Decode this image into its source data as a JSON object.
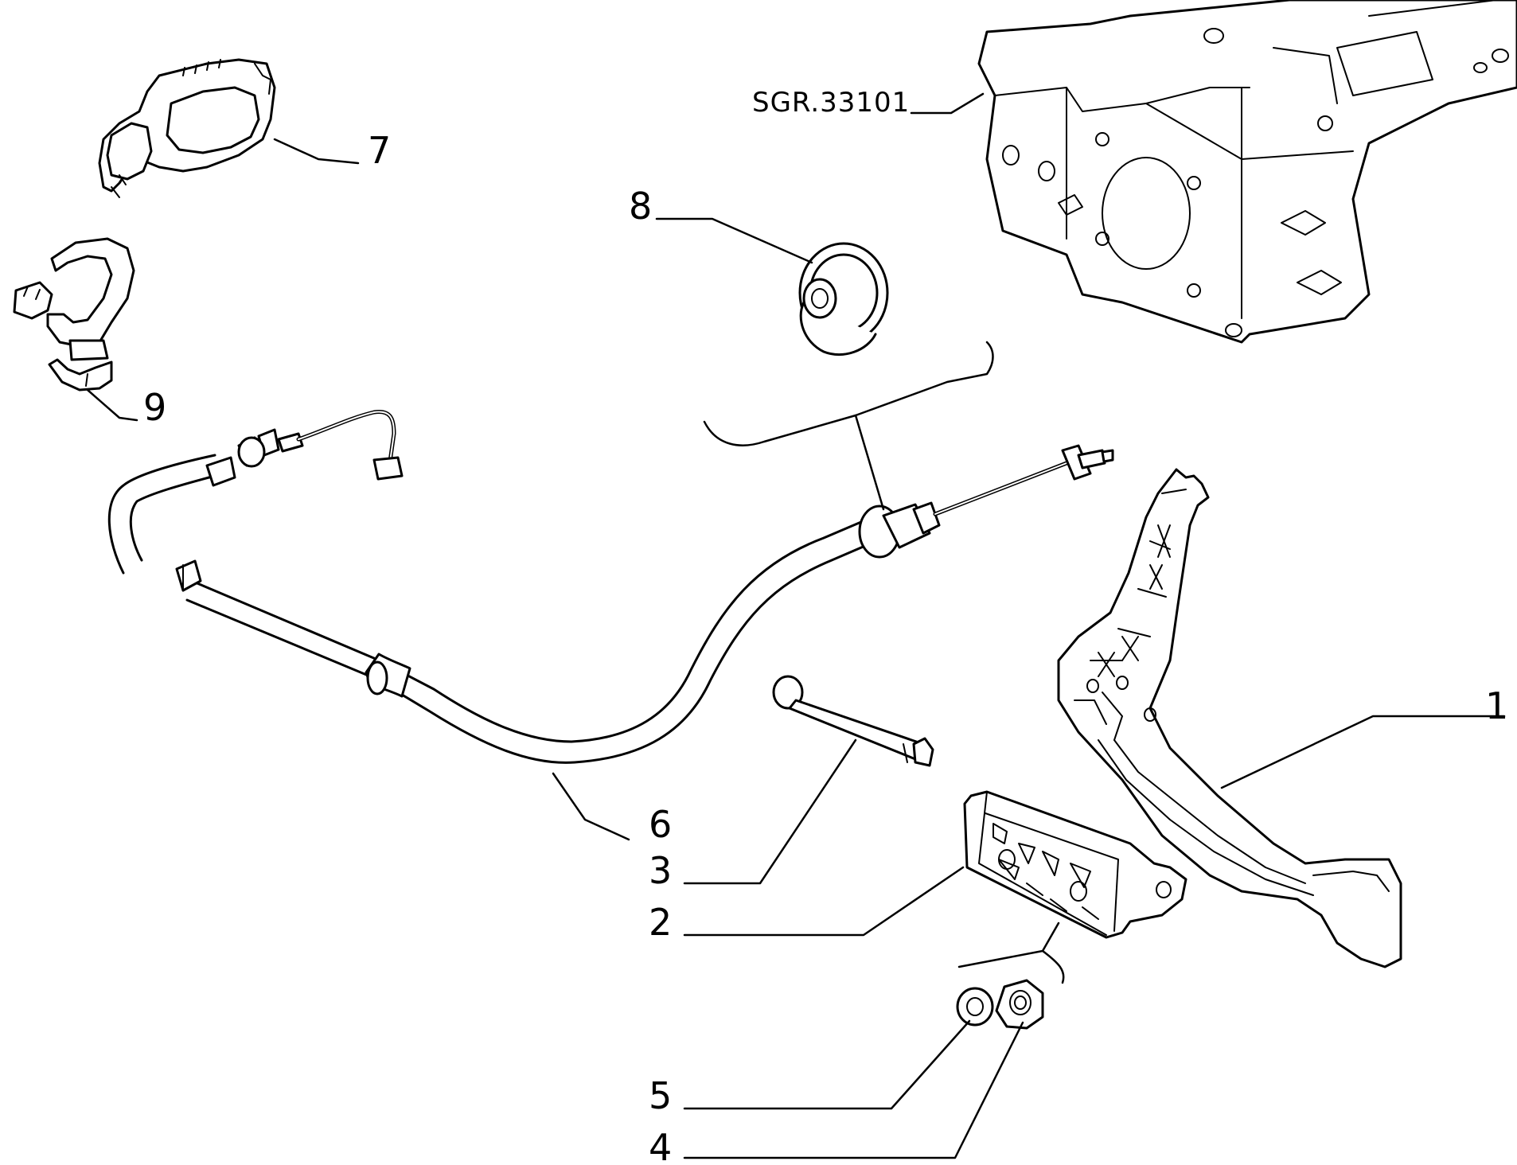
{
  "reference": "SGR.33101",
  "callouts": [
    {
      "id": "1",
      "text": "1"
    },
    {
      "id": "2",
      "text": "2"
    },
    {
      "id": "3",
      "text": "3"
    },
    {
      "id": "4",
      "text": "4"
    },
    {
      "id": "5",
      "text": "5"
    },
    {
      "id": "6",
      "text": "6"
    },
    {
      "id": "7",
      "text": "7"
    },
    {
      "id": "8",
      "text": "8"
    },
    {
      "id": "9",
      "text": "9"
    }
  ],
  "colors": {
    "line": "#000000",
    "background": "#ffffff"
  }
}
